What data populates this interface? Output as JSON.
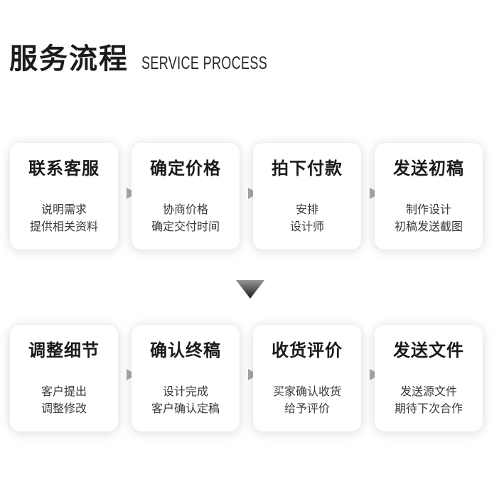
{
  "header": {
    "title_cn": "服务流程",
    "title_en": "SERVICE PROCESS"
  },
  "steps": [
    {
      "title": "联系客服",
      "line1": "说明需求",
      "line2": "提供相关资料"
    },
    {
      "title": "确定价格",
      "line1": "协商价格",
      "line2": "确定交付时间"
    },
    {
      "title": "拍下付款",
      "line1": "安排",
      "line2": "设计师"
    },
    {
      "title": "发送初稿",
      "line1": "制作设计",
      "line2": "初稿发送截图"
    },
    {
      "title": "调整细节",
      "line1": "客户提出",
      "line2": "调整修改"
    },
    {
      "title": "确认终稿",
      "line1": "设计完成",
      "line2": "客户确认定稿"
    },
    {
      "title": "收货评价",
      "line1": "买家确认收货",
      "line2": "给予评价"
    },
    {
      "title": "发送文件",
      "line1": "发送源文件",
      "line2": "期待下次合作"
    }
  ],
  "icons": {
    "step_arrow": "triangle-right-icon",
    "row_arrow": "triangle-down-icon"
  }
}
